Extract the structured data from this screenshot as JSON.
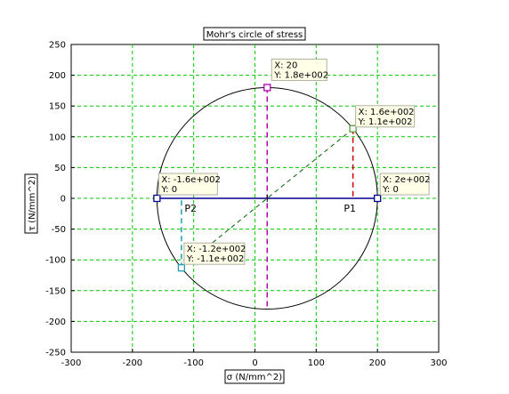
{
  "chart_data": {
    "type": "scatter",
    "title": "Mohr's circle of stress",
    "xlabel": "σ (N/mm^2)",
    "ylabel": "τ (N/mm^2)",
    "xlim": [
      -300,
      300
    ],
    "ylim": [
      -250,
      250
    ],
    "x_ticks": [
      -300,
      -200,
      -100,
      0,
      100,
      200,
      300
    ],
    "y_ticks": [
      -250,
      -200,
      -150,
      -100,
      -50,
      0,
      50,
      100,
      150,
      200,
      250
    ],
    "grid": true,
    "circle": {
      "center": [
        20,
        0
      ],
      "radius": 180
    },
    "colors": {
      "grid": "#00cc00",
      "axis_line": "#00008b",
      "circle": "#000000",
      "top_marker": "#b000b0",
      "stress_marker": "#5a9a3a",
      "lower_marker": "#20a0b0",
      "p1_drop": "#cc0000",
      "diameter": "#006000"
    },
    "points": [
      {
        "name": "max-shear",
        "x": 20,
        "y": 180,
        "label_x": "X: 20",
        "label_y": "Y: 1.8e+002"
      },
      {
        "name": "stress-point",
        "x": 160,
        "y": 113,
        "label_x": "X: 1.6e+002",
        "label_y": "Y: 1.1e+002"
      },
      {
        "name": "sigma-min",
        "x": -160,
        "y": 0,
        "label_x": "X: -1.6e+002",
        "label_y": "Y: 0"
      },
      {
        "name": "sigma-max",
        "x": 200,
        "y": 0,
        "label_x": "X: 2e+002",
        "label_y": "Y: 0"
      },
      {
        "name": "lower-point",
        "x": -120,
        "y": -113,
        "label_x": "X: -1.2e+002",
        "label_y": "Y: -1.1e+002"
      }
    ],
    "annotations": [
      {
        "text": "P1",
        "x": 155,
        "y": -22
      },
      {
        "text": "P2",
        "x": -105,
        "y": -22
      }
    ]
  }
}
